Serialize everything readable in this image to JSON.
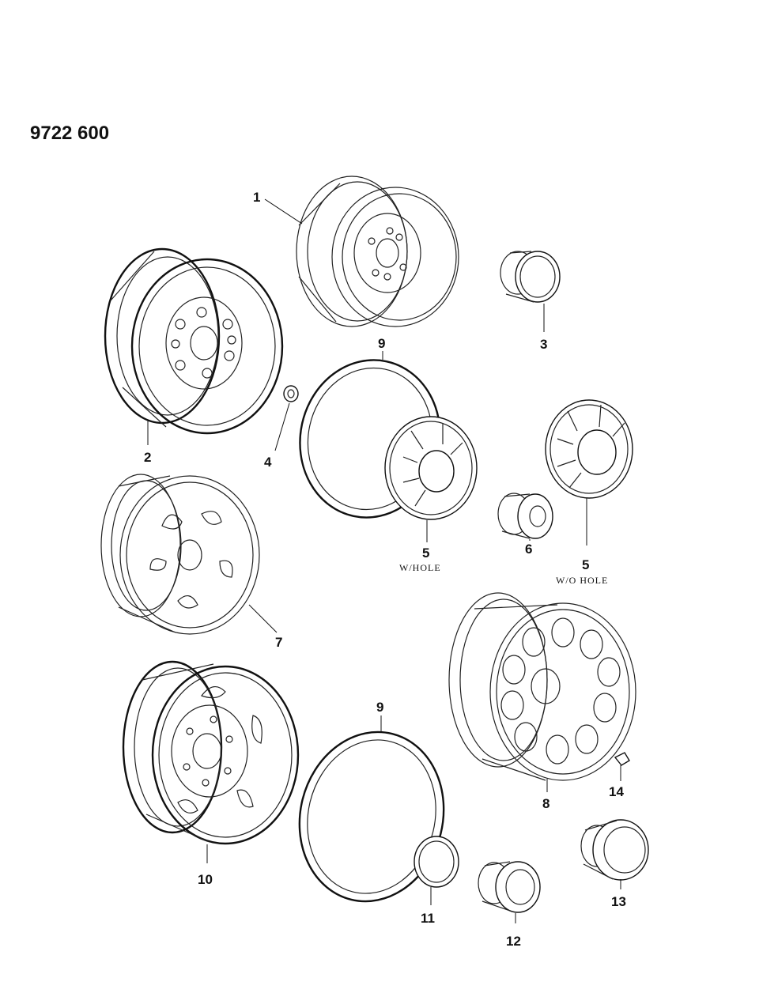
{
  "diagram_code": "9722 600",
  "callouts": {
    "c1": "1",
    "c2": "2",
    "c3": "3",
    "c4": "4",
    "c5a": "5",
    "c5b": "5",
    "c6": "6",
    "c7": "7",
    "c8": "8",
    "c9a": "9",
    "c9b": "9",
    "c10": "10",
    "c11": "11",
    "c12": "12",
    "c13": "13",
    "c14": "14"
  },
  "notes": {
    "with_hole": "W/HOLE",
    "without_hole": "W/O HOLE"
  }
}
